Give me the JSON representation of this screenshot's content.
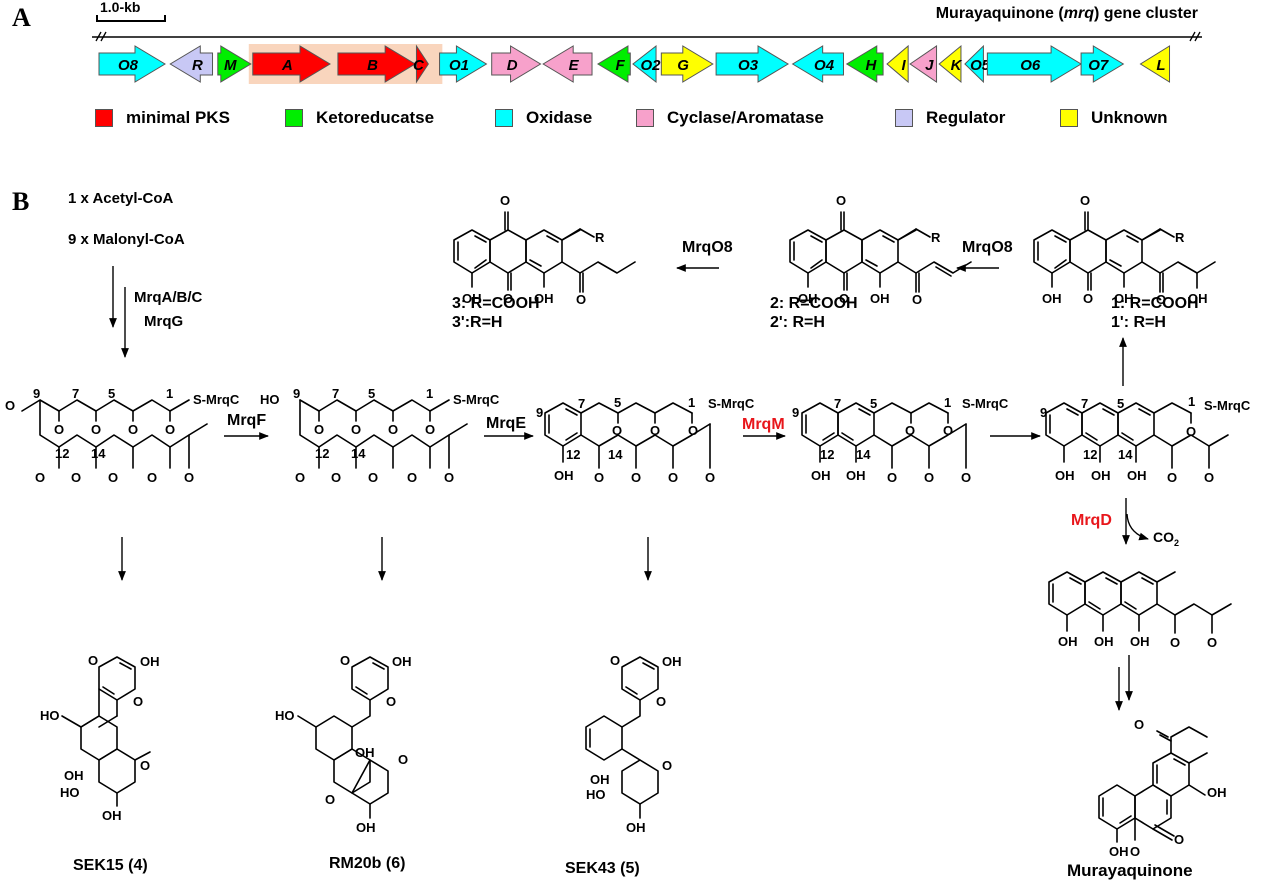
{
  "panelA": {
    "letter": "A",
    "scale_label": "1.0-kb",
    "cluster_title_prefix": "Murayaquinone (",
    "cluster_title_italic": "mrq",
    "cluster_title_suffix": ") gene cluster",
    "highlight_color": "#f9d5bd",
    "categories": {
      "pks": {
        "label": "minimal PKS",
        "color": "#ff0000"
      },
      "kr": {
        "label": "Ketoreducatse",
        "color": "#00ee00"
      },
      "ox": {
        "label": "Oxidase",
        "color": "#00ffff"
      },
      "cyc": {
        "label": "Cyclase/Aromatase",
        "color": "#f7a1cb"
      },
      "reg": {
        "label": "Regulator",
        "color": "#c8c8f5"
      },
      "unk": {
        "label": "Unknown",
        "color": "#ffff00"
      }
    },
    "legend_order": [
      "pks",
      "kr",
      "ox",
      "cyc",
      "reg",
      "unk"
    ],
    "genes": [
      {
        "name": "O8",
        "cat": "ox",
        "dir": "right",
        "start": 0.0,
        "end": 1.0
      },
      {
        "name": "R",
        "cat": "reg",
        "dir": "left",
        "start": 1.08,
        "end": 1.72
      },
      {
        "name": "M",
        "cat": "kr",
        "dir": "right",
        "start": 1.8,
        "end": 2.3
      },
      {
        "name": "A",
        "cat": "pks",
        "dir": "right",
        "start": 2.33,
        "end": 3.5
      },
      {
        "name": "B",
        "cat": "pks",
        "dir": "right",
        "start": 3.62,
        "end": 4.79
      },
      {
        "name": "C",
        "cat": "pks",
        "dir": "right",
        "start": 4.81,
        "end": 4.99
      },
      {
        "name": "O1",
        "cat": "ox",
        "dir": "right",
        "start": 5.16,
        "end": 5.87
      },
      {
        "name": "D",
        "cat": "cyc",
        "dir": "right",
        "start": 5.95,
        "end": 6.69
      },
      {
        "name": "E",
        "cat": "cyc",
        "dir": "left",
        "start": 6.73,
        "end": 7.47
      },
      {
        "name": "F",
        "cat": "kr",
        "dir": "left",
        "start": 7.56,
        "end": 8.05
      },
      {
        "name": "O2",
        "cat": "ox",
        "dir": "left",
        "start": 8.09,
        "end": 8.44
      },
      {
        "name": "G",
        "cat": "unk",
        "dir": "right",
        "start": 8.52,
        "end": 9.3
      },
      {
        "name": "O3",
        "cat": "ox",
        "dir": "right",
        "start": 9.35,
        "end": 10.44
      },
      {
        "name": "O4",
        "cat": "ox",
        "dir": "left",
        "start": 10.51,
        "end": 11.28
      },
      {
        "name": "H",
        "cat": "kr",
        "dir": "left",
        "start": 11.33,
        "end": 11.88
      },
      {
        "name": "I",
        "cat": "unk",
        "dir": "left",
        "start": 11.94,
        "end": 12.26
      },
      {
        "name": "J",
        "cat": "cyc",
        "dir": "left",
        "start": 12.29,
        "end": 12.69
      },
      {
        "name": "K",
        "cat": "unk",
        "dir": "left",
        "start": 12.73,
        "end": 13.06
      },
      {
        "name": "O5",
        "cat": "ox",
        "dir": "left",
        "start": 13.12,
        "end": 13.4
      },
      {
        "name": "O6",
        "cat": "ox",
        "dir": "right",
        "start": 13.46,
        "end": 14.88
      },
      {
        "name": "O7",
        "cat": "ox",
        "dir": "right",
        "start": 14.88,
        "end": 15.52
      },
      {
        "name": "L",
        "cat": "unk",
        "dir": "left",
        "start": 15.78,
        "end": 16.22
      }
    ],
    "highlighted_genes": [
      "A",
      "B",
      "C"
    ]
  },
  "panelB": {
    "letter": "B",
    "substrates": [
      "1 x Acetyl-CoA",
      "9 x Malonyl-CoA"
    ],
    "enzymes": {
      "first_step": [
        "MrqA/B/C",
        "MrqG"
      ],
      "mrqF": "MrqF",
      "mrqE": "MrqE",
      "mrqM": "MrqM",
      "mrqD": "MrqD",
      "mrqO8_a": "MrqO8",
      "mrqO8_b": "MrqO8"
    },
    "byproduct": "CO",
    "byproduct_sub": "2",
    "atoms": {
      "O": "O",
      "OH": "OH",
      "HO": "HO",
      "R": "R",
      "SMrqC": "S-MrqC"
    },
    "numbers": {
      "n1": "1",
      "n5": "5",
      "n7": "7",
      "n9": "9",
      "n12": "12",
      "n14": "14"
    },
    "compounds": {
      "c1": [
        "1: R=COOH",
        "1': R=H"
      ],
      "c2": [
        "2: R=COOH",
        "2': R=H"
      ],
      "c3": [
        "3: R=COOH",
        "3':R=H"
      ],
      "sek15": "SEK15 (4)",
      "rm20b": "RM20b (6)",
      "sek43": "SEK43 (5)",
      "final": "Murayaquinone"
    },
    "highlight_enzyme_color": "#e8161b"
  }
}
